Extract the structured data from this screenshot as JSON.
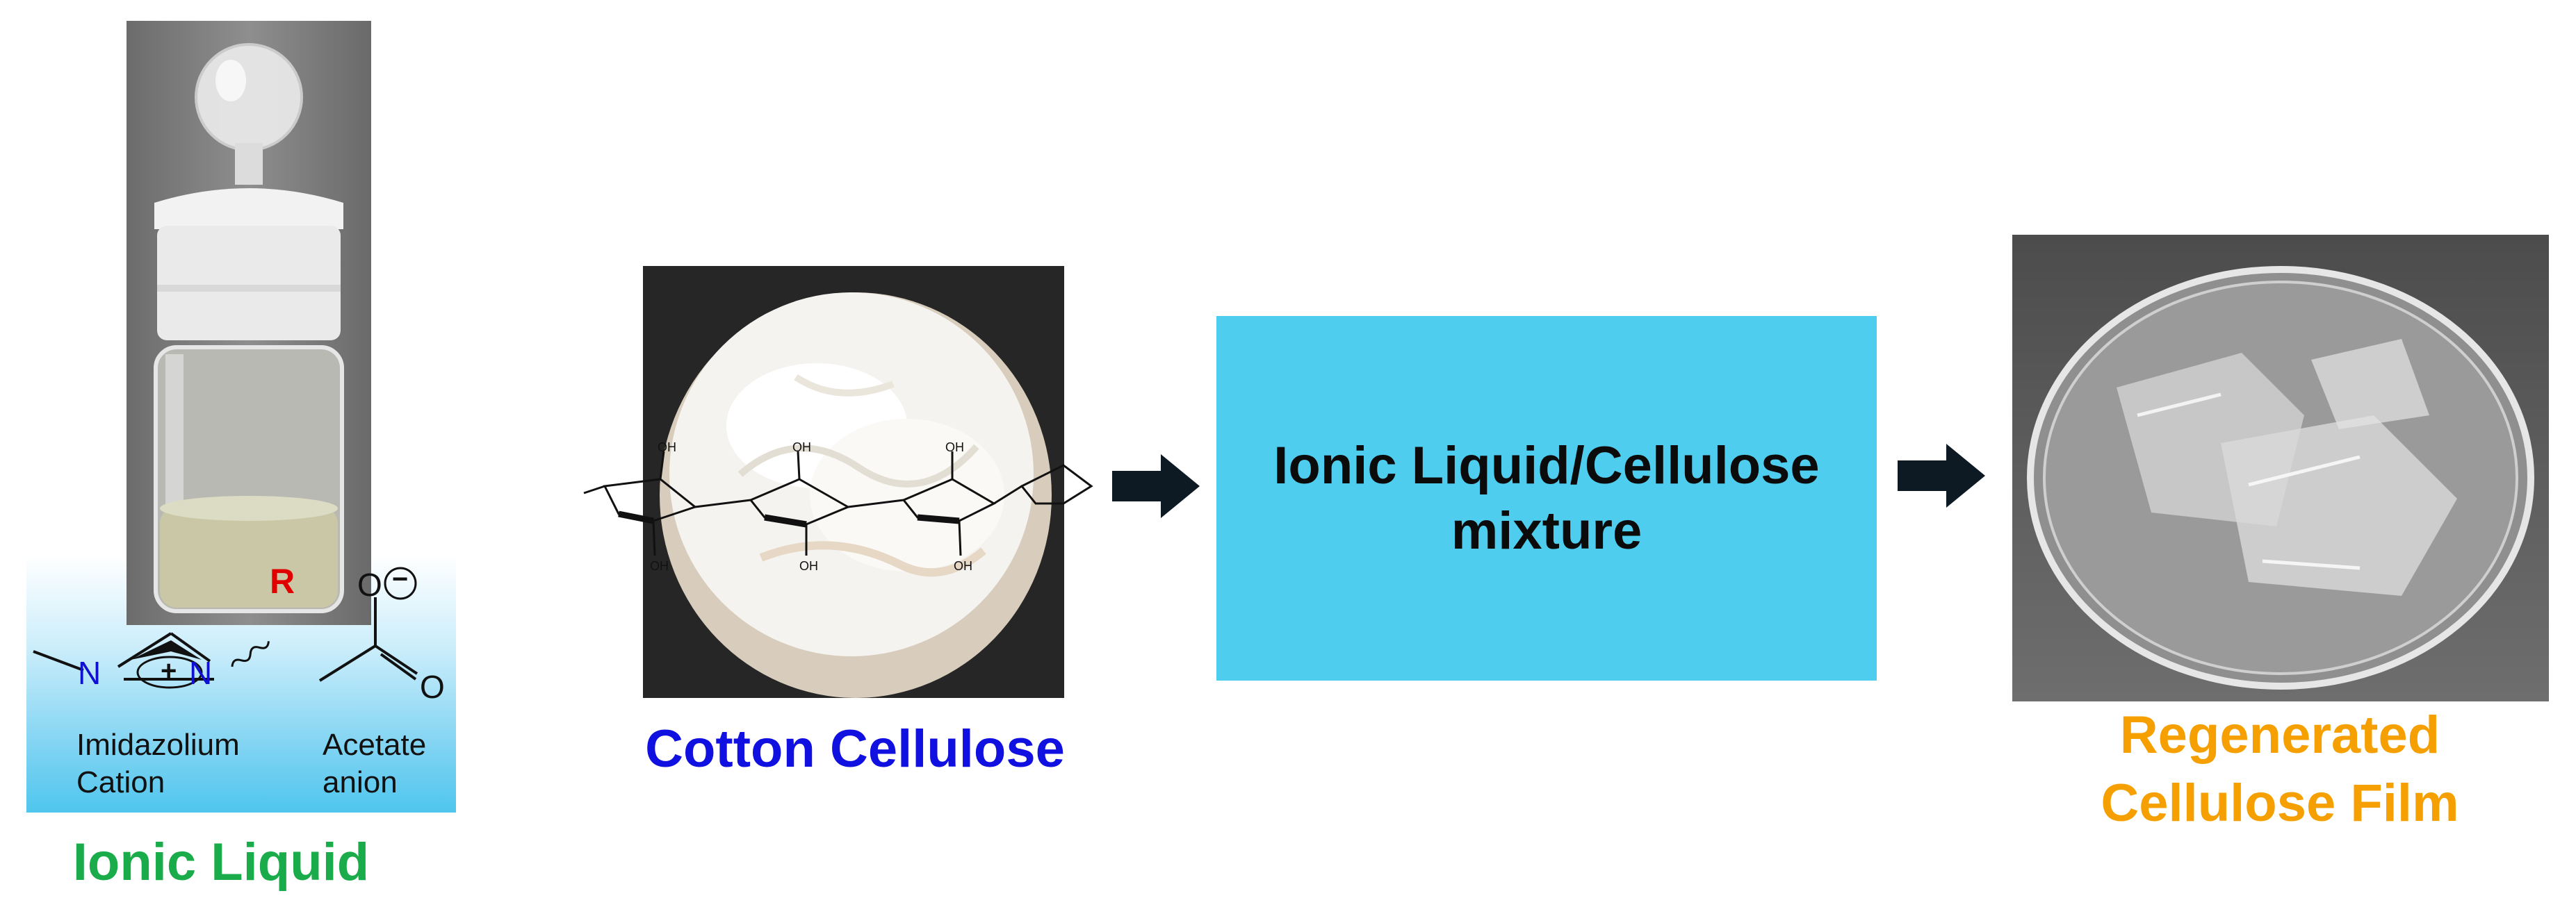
{
  "ionic_liquid": {
    "caption": "Ionic Liquid",
    "cation_label_line1": "Imidazolium",
    "cation_label_line2": "Cation",
    "anion_label_line1": "Acetate",
    "anion_label_line2": "anion",
    "atom_n_left": "N",
    "atom_n_right": "N",
    "atom_r": "R",
    "atom_o_top": "O",
    "atom_o_bottom": "O",
    "charge_minus": "−",
    "charge_plus": "+"
  },
  "cotton": {
    "caption": "Cotton Cellulose",
    "oh_label": "OH"
  },
  "mixture": {
    "label_line1": "Ionic Liquid/Cellulose",
    "label_line2": "mixture"
  },
  "film": {
    "caption_line1": "Regenerated",
    "caption_line2": "Cellulose Film"
  },
  "colors": {
    "ionic_liquid_caption": "#1aac4a",
    "cotton_caption": "#1010e0",
    "film_caption": "#f5a000",
    "mixture_box": "#4fcdee",
    "arrow": "#0d1a24",
    "nitrogen": "#1010d0",
    "r_group": "#e00000"
  }
}
